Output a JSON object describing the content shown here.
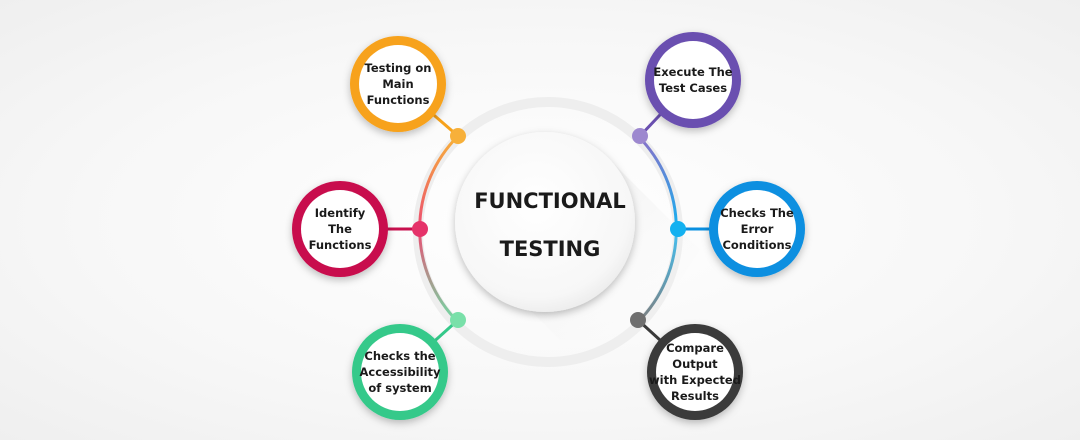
{
  "center": {
    "lines": [
      "FUNCTIONAL",
      "TESTING"
    ]
  },
  "nodes": [
    {
      "lines": [
        "Testing on",
        "Main",
        "Functions"
      ],
      "color": "#f7a21b",
      "dot": "#f7b03a"
    },
    {
      "lines": [
        "Identify",
        "The",
        "Functions"
      ],
      "color": "#c8104e",
      "dot": "#e5336a"
    },
    {
      "lines": [
        "Checks the",
        "Accessibility",
        "of system"
      ],
      "color": "#35c98a",
      "dot": "#79e0a9"
    },
    {
      "lines": [
        "Execute The",
        "Test Cases"
      ],
      "color": "#6a4fb0",
      "dot": "#9d88cf"
    },
    {
      "lines": [
        "Checks The",
        "Error",
        "Conditions"
      ],
      "color": "#0a8fe0",
      "dot": "#14b1f0"
    },
    {
      "lines": [
        "Compare",
        "Output",
        "with Expected",
        "Results"
      ],
      "color": "#3a3a3a",
      "dot": "#6f6f6f"
    }
  ]
}
